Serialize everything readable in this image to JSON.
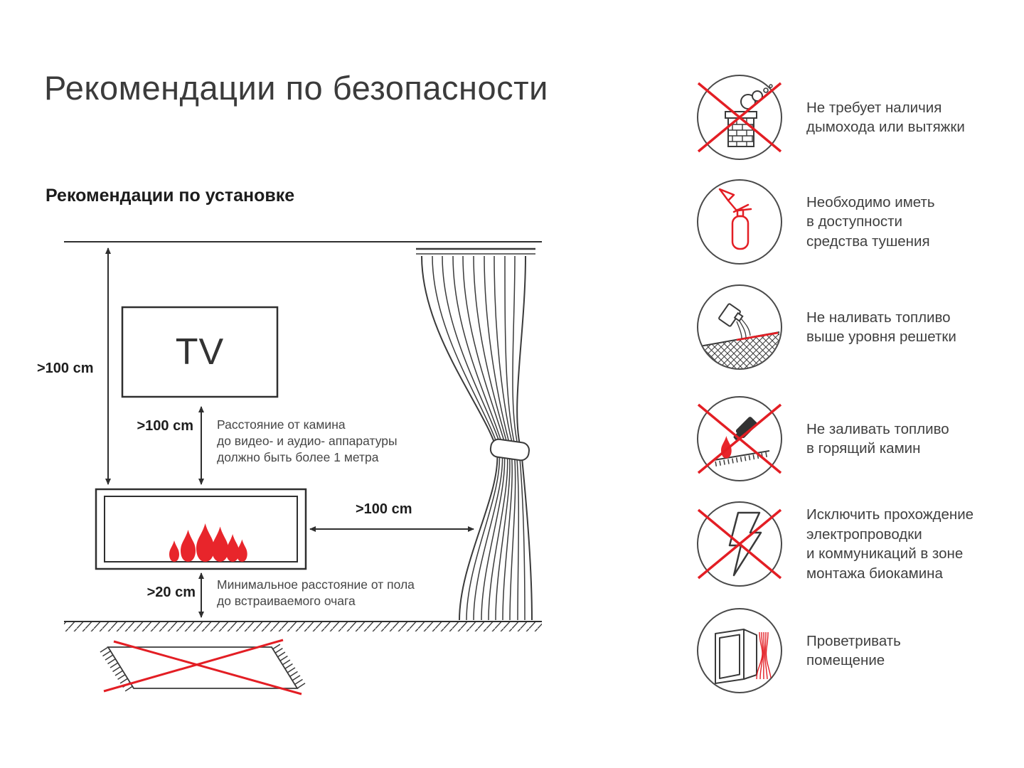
{
  "page": {
    "title": "Рекомендации по безопасности",
    "subtitle": "Рекомендации по установке"
  },
  "diagram": {
    "tv_label": "TV",
    "ceiling_distance": ">100 cm",
    "av_distance": ">100 cm",
    "av_note": "Расстояние от камина\nдо видео- и аудио- аппаратуры\nдолжно быть более 1 метра",
    "curtain_distance": ">100 cm",
    "floor_distance": ">20 cm",
    "floor_note": "Минимальное расстояние от пола\nдо встраиваемого очага"
  },
  "safety_items": [
    {
      "icon": "no-chimney-icon",
      "text": "Не требует наличия\nдымохода или вытяжки"
    },
    {
      "icon": "fire-extinguisher-icon",
      "text": "Необходимо иметь\nв доступности\nсредства тушения"
    },
    {
      "icon": "fuel-level-icon",
      "text": "Не наливать топливо\nвыше уровня решетки"
    },
    {
      "icon": "no-refill-burning-icon",
      "text": "Не заливать топливо\nв горящий камин"
    },
    {
      "icon": "no-wiring-icon",
      "text": "Исключить прохождение\nэлектропроводки\nи коммуникаций в зоне\nмонтажа биокамина"
    },
    {
      "icon": "ventilation-icon",
      "text": "Проветривать\nпомещение"
    }
  ],
  "colors": {
    "accent_red": "#e31e24",
    "flame_red": "#e8252b",
    "line_dark": "#2f2f2f"
  }
}
